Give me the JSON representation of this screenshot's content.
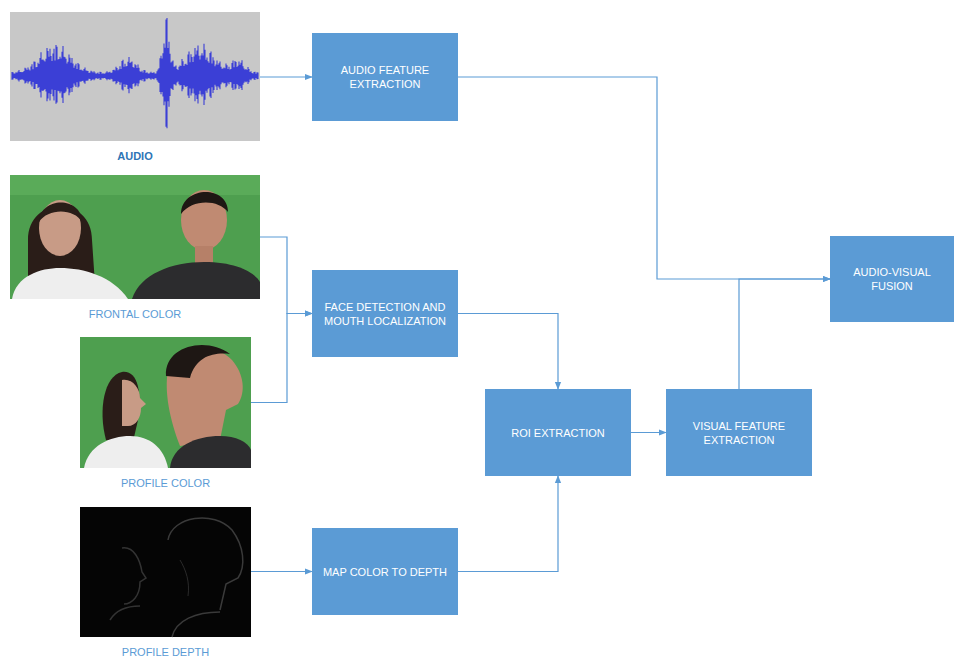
{
  "diagram": {
    "nodes": [
      {
        "text": [
          "AUDIO"
        ]
      },
      {
        "text": [
          "FRONTAL COLOR"
        ]
      },
      {
        "text": [
          "PROFILE COLOR"
        ]
      },
      {
        "text": [
          "PROFILE DEPTH"
        ]
      },
      {
        "text": [
          "AUDIO FEATURE EXTRACTION"
        ]
      },
      {
        "text": [
          "FACE DETECTION AND MOUTH LOCALIZATION"
        ]
      },
      {
        "text": [
          "MAP COLOR TO DEPTH"
        ]
      },
      {
        "text": [
          "ROI EXTRACTION"
        ]
      },
      {
        "text": [
          "VISUAL FEATURE EXTRACTION"
        ]
      },
      {
        "text": [
          "AUDIO-VISUAL FUSION"
        ]
      }
    ],
    "edges": [
      {
        "from": 0,
        "to": 4,
        "arrow": "to"
      },
      {
        "from": 1,
        "to": 5,
        "arrow": "to"
      },
      {
        "from": 2,
        "to": 5,
        "arrow": "to"
      },
      {
        "from": 3,
        "to": 6,
        "arrow": "to"
      },
      {
        "from": 5,
        "to": 7,
        "arrow": "to"
      },
      {
        "from": 6,
        "to": 7,
        "arrow": "to"
      },
      {
        "from": 7,
        "to": 8,
        "arrow": "to"
      },
      {
        "from": 4,
        "to": 9,
        "arrow": "to"
      },
      {
        "from": 8,
        "to": 9,
        "arrow": "to"
      }
    ]
  }
}
